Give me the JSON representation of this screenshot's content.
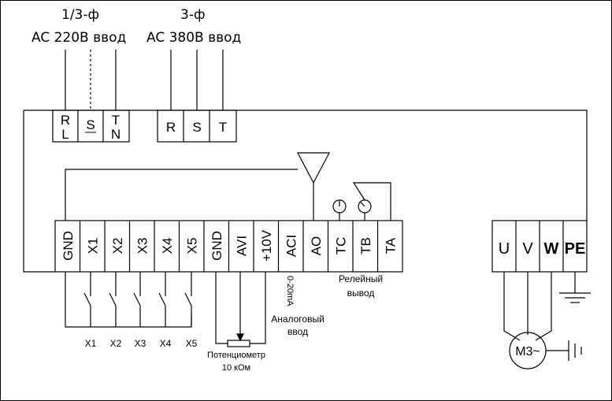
{
  "power_inputs": {
    "single_phase": {
      "title_line1": "1/3-ф",
      "title_line2": "AC 220В ввод"
    },
    "three_phase": {
      "title_line1": "3-ф",
      "title_line2": "AC 380В ввод"
    }
  },
  "input_terminals_1ph": [
    {
      "top": "R",
      "bottom": "L"
    },
    {
      "top": "S",
      "bottom": ""
    },
    {
      "top": "T",
      "bottom": "N"
    }
  ],
  "input_terminals_3ph": [
    "R",
    "S",
    "T"
  ],
  "control_terminals": [
    "GND",
    "X1",
    "X2",
    "X3",
    "X4",
    "X5",
    "GND",
    "AVI",
    "+10V",
    "ACI",
    "AO",
    "TC",
    "TB",
    "TA"
  ],
  "output_terminals": [
    "U",
    "V",
    "W",
    "PE"
  ],
  "switch_labels": [
    "X1",
    "X2",
    "X3",
    "X4",
    "X5"
  ],
  "labels": {
    "aci_range": "0-20mA",
    "analog_input_line1": "Аналоговый",
    "analog_input_line2": "ввод",
    "relay_output_line1": "Релейный",
    "relay_output_line2": "вывод",
    "potentiometer_line1": "Потенциометр",
    "potentiometer_line2": "10 кОм",
    "motor": "M3~"
  }
}
